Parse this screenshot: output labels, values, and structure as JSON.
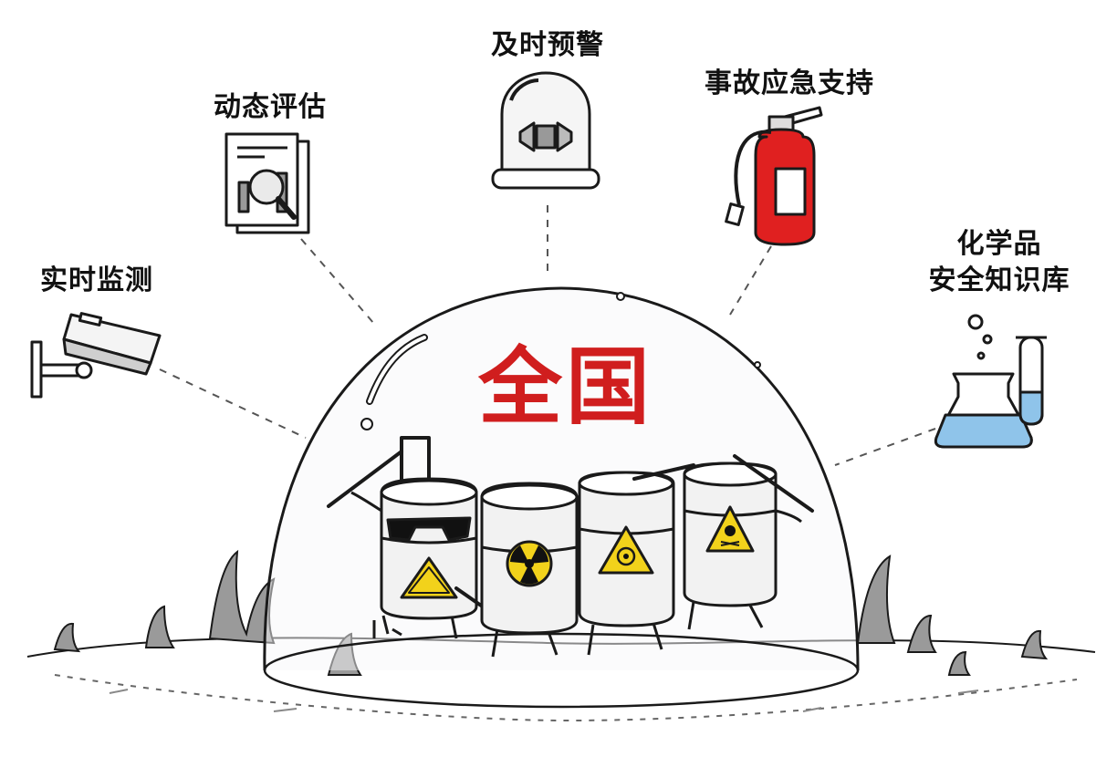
{
  "center_title": "全国",
  "features": {
    "realtime_monitoring": "实时监测",
    "dynamic_assessment": "动态评估",
    "early_warning": "及时预警",
    "emergency_support": "事故应急支持",
    "knowledge_base_line1": "化学品",
    "knowledge_base_line2": "安全知识库"
  },
  "colors": {
    "title_red": "#d01e1e",
    "extinguisher_red": "#e02020",
    "hazard_yellow": "#f2d21b",
    "liquid_blue": "#8fc4ea",
    "ink": "#1a1a1a"
  },
  "icons": [
    "security-camera-icon",
    "magnifier-report-icon",
    "alarm-siren-icon",
    "fire-extinguisher-icon",
    "lab-flask-icon",
    "radiation-icon",
    "biohazard-icon",
    "toxic-skull-icon",
    "flammable-icon"
  ]
}
